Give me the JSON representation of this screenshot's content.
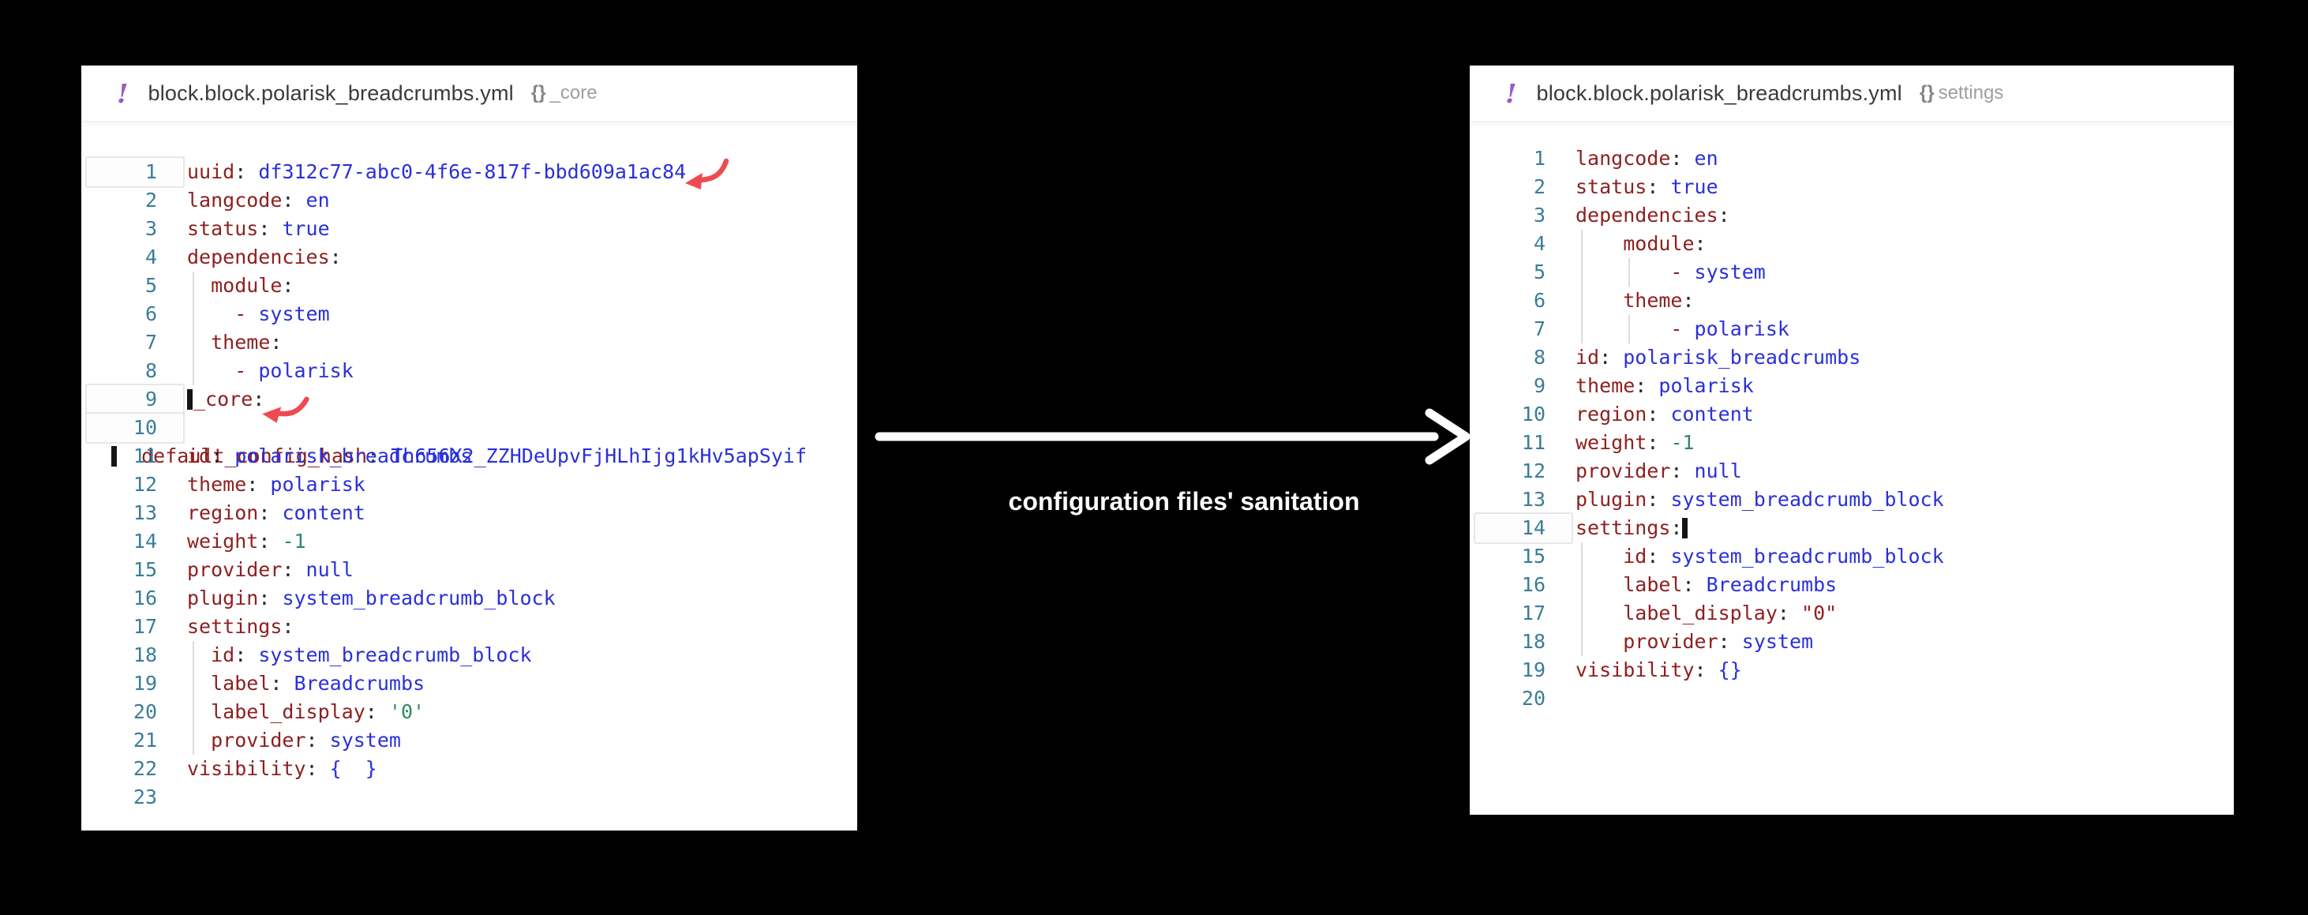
{
  "annotation": {
    "label": "configuration files' sanitation",
    "arrow_color": "#ffffff",
    "red_arrow_color": "#ef4a52"
  },
  "colors": {
    "key": "#8e2020",
    "value": "#2a30d8",
    "number": "#2f8a62",
    "line_number": "#3a7d98",
    "warning_icon": "#9c59c4",
    "background": "#000000",
    "window_bg": "#ffffff"
  },
  "left_window": {
    "icon": "!",
    "title": "block.block.polarisk_breadcrumbs.yml",
    "braces": "{}",
    "context_label": "_core",
    "lines": [
      {
        "n": "1",
        "hl": true,
        "t": [
          [
            "k",
            "uuid"
          ],
          [
            "p",
            ":"
          ],
          [
            "w",
            " "
          ],
          [
            "v",
            "df312c77-abc0-4f6e-817f-bbd609a1ac84"
          ]
        ]
      },
      {
        "n": "2",
        "t": [
          [
            "k",
            "langcode"
          ],
          [
            "p",
            ":"
          ],
          [
            "w",
            " "
          ],
          [
            "v",
            "en"
          ]
        ]
      },
      {
        "n": "3",
        "t": [
          [
            "k",
            "status"
          ],
          [
            "p",
            ":"
          ],
          [
            "w",
            " "
          ],
          [
            "v",
            "true"
          ]
        ]
      },
      {
        "n": "4",
        "t": [
          [
            "k",
            "dependencies"
          ],
          [
            "p",
            ":"
          ]
        ]
      },
      {
        "n": "5",
        "gd": [
          0
        ],
        "t": [
          [
            "w",
            "  "
          ],
          [
            "k",
            "module"
          ],
          [
            "p",
            ":"
          ]
        ]
      },
      {
        "n": "6",
        "gd": [
          0
        ],
        "t": [
          [
            "w",
            "    "
          ],
          [
            "k",
            "-"
          ],
          [
            "w",
            " "
          ],
          [
            "v",
            "system"
          ]
        ]
      },
      {
        "n": "7",
        "gd": [
          0
        ],
        "t": [
          [
            "w",
            "  "
          ],
          [
            "k",
            "theme"
          ],
          [
            "p",
            ":"
          ]
        ]
      },
      {
        "n": "8",
        "gd": [
          0
        ],
        "t": [
          [
            "w",
            "    "
          ],
          [
            "k",
            "-"
          ],
          [
            "w",
            " "
          ],
          [
            "v",
            "polarisk"
          ]
        ]
      },
      {
        "n": "9",
        "hl": true,
        "t": [
          [
            "c",
            ""
          ],
          [
            "k",
            "_core"
          ],
          [
            "p",
            ":"
          ]
        ]
      },
      {
        "n": "10",
        "hl": true,
        "t": [
          [
            "c",
            ""
          ],
          [
            "w",
            "  "
          ],
          [
            "k",
            "default_config_hash"
          ],
          [
            "p",
            ":"
          ],
          [
            "w",
            " "
          ],
          [
            "v",
            "Th656X2_ZZHDeUpvFjHLhIjg1kHv5apSyif"
          ]
        ]
      },
      {
        "n": "11",
        "t": [
          [
            "k",
            "id"
          ],
          [
            "p",
            ":"
          ],
          [
            "w",
            " "
          ],
          [
            "v",
            "polarisk_breadcrumbs"
          ]
        ]
      },
      {
        "n": "12",
        "t": [
          [
            "k",
            "theme"
          ],
          [
            "p",
            ":"
          ],
          [
            "w",
            " "
          ],
          [
            "v",
            "polarisk"
          ]
        ]
      },
      {
        "n": "13",
        "t": [
          [
            "k",
            "region"
          ],
          [
            "p",
            ":"
          ],
          [
            "w",
            " "
          ],
          [
            "v",
            "content"
          ]
        ]
      },
      {
        "n": "14",
        "t": [
          [
            "k",
            "weight"
          ],
          [
            "p",
            ":"
          ],
          [
            "w",
            " "
          ],
          [
            "g",
            "-1"
          ]
        ]
      },
      {
        "n": "15",
        "t": [
          [
            "k",
            "provider"
          ],
          [
            "p",
            ":"
          ],
          [
            "w",
            " "
          ],
          [
            "v",
            "null"
          ]
        ]
      },
      {
        "n": "16",
        "t": [
          [
            "k",
            "plugin"
          ],
          [
            "p",
            ":"
          ],
          [
            "w",
            " "
          ],
          [
            "v",
            "system_breadcrumb_block"
          ]
        ]
      },
      {
        "n": "17",
        "t": [
          [
            "k",
            "settings"
          ],
          [
            "p",
            ":"
          ]
        ]
      },
      {
        "n": "18",
        "gd": [
          0
        ],
        "t": [
          [
            "w",
            "  "
          ],
          [
            "k",
            "id"
          ],
          [
            "p",
            ":"
          ],
          [
            "w",
            " "
          ],
          [
            "v",
            "system_breadcrumb_block"
          ]
        ]
      },
      {
        "n": "19",
        "gd": [
          0
        ],
        "t": [
          [
            "w",
            "  "
          ],
          [
            "k",
            "label"
          ],
          [
            "p",
            ":"
          ],
          [
            "w",
            " "
          ],
          [
            "v",
            "Breadcrumbs"
          ]
        ]
      },
      {
        "n": "20",
        "gd": [
          0
        ],
        "t": [
          [
            "w",
            "  "
          ],
          [
            "k",
            "label_display"
          ],
          [
            "p",
            ":"
          ],
          [
            "w",
            " "
          ],
          [
            "g",
            "'0'"
          ]
        ]
      },
      {
        "n": "21",
        "gd": [
          0
        ],
        "t": [
          [
            "w",
            "  "
          ],
          [
            "k",
            "provider"
          ],
          [
            "p",
            ":"
          ],
          [
            "w",
            " "
          ],
          [
            "v",
            "system"
          ]
        ]
      },
      {
        "n": "22",
        "t": [
          [
            "k",
            "visibility"
          ],
          [
            "p",
            ":"
          ],
          [
            "w",
            " "
          ],
          [
            "v",
            "{  }"
          ]
        ]
      },
      {
        "n": "23",
        "t": []
      }
    ]
  },
  "right_window": {
    "icon": "!",
    "title": "block.block.polarisk_breadcrumbs.yml",
    "braces": "{}",
    "context_label": "settings",
    "lines": [
      {
        "n": "1",
        "t": [
          [
            "k",
            "langcode"
          ],
          [
            "p",
            ":"
          ],
          [
            "w",
            " "
          ],
          [
            "v",
            "en"
          ]
        ]
      },
      {
        "n": "2",
        "t": [
          [
            "k",
            "status"
          ],
          [
            "p",
            ":"
          ],
          [
            "w",
            " "
          ],
          [
            "v",
            "true"
          ]
        ]
      },
      {
        "n": "3",
        "t": [
          [
            "k",
            "dependencies"
          ],
          [
            "p",
            ":"
          ]
        ]
      },
      {
        "n": "4",
        "gd": [
          0
        ],
        "t": [
          [
            "w",
            "    "
          ],
          [
            "k",
            "module"
          ],
          [
            "p",
            ":"
          ]
        ]
      },
      {
        "n": "5",
        "gd": [
          0,
          4
        ],
        "t": [
          [
            "w",
            "        "
          ],
          [
            "k",
            "-"
          ],
          [
            "w",
            " "
          ],
          [
            "v",
            "system"
          ]
        ]
      },
      {
        "n": "6",
        "gd": [
          0
        ],
        "t": [
          [
            "w",
            "    "
          ],
          [
            "k",
            "theme"
          ],
          [
            "p",
            ":"
          ]
        ]
      },
      {
        "n": "7",
        "gd": [
          0,
          4
        ],
        "t": [
          [
            "w",
            "        "
          ],
          [
            "k",
            "-"
          ],
          [
            "w",
            " "
          ],
          [
            "v",
            "polarisk"
          ]
        ]
      },
      {
        "n": "8",
        "t": [
          [
            "k",
            "id"
          ],
          [
            "p",
            ":"
          ],
          [
            "w",
            " "
          ],
          [
            "v",
            "polarisk_breadcrumbs"
          ]
        ]
      },
      {
        "n": "9",
        "t": [
          [
            "k",
            "theme"
          ],
          [
            "p",
            ":"
          ],
          [
            "w",
            " "
          ],
          [
            "v",
            "polarisk"
          ]
        ]
      },
      {
        "n": "10",
        "t": [
          [
            "k",
            "region"
          ],
          [
            "p",
            ":"
          ],
          [
            "w",
            " "
          ],
          [
            "v",
            "content"
          ]
        ]
      },
      {
        "n": "11",
        "t": [
          [
            "k",
            "weight"
          ],
          [
            "p",
            ":"
          ],
          [
            "w",
            " "
          ],
          [
            "g",
            "-1"
          ]
        ]
      },
      {
        "n": "12",
        "t": [
          [
            "k",
            "provider"
          ],
          [
            "p",
            ":"
          ],
          [
            "w",
            " "
          ],
          [
            "v",
            "null"
          ]
        ]
      },
      {
        "n": "13",
        "t": [
          [
            "k",
            "plugin"
          ],
          [
            "p",
            ":"
          ],
          [
            "w",
            " "
          ],
          [
            "v",
            "system_breadcrumb_block"
          ]
        ]
      },
      {
        "n": "14",
        "hl": true,
        "t": [
          [
            "k",
            "settings"
          ],
          [
            "p",
            ":"
          ],
          [
            "c",
            ""
          ]
        ]
      },
      {
        "n": "15",
        "gd": [
          0
        ],
        "t": [
          [
            "w",
            "    "
          ],
          [
            "k",
            "id"
          ],
          [
            "p",
            ":"
          ],
          [
            "w",
            " "
          ],
          [
            "v",
            "system_breadcrumb_block"
          ]
        ]
      },
      {
        "n": "16",
        "gd": [
          0
        ],
        "t": [
          [
            "w",
            "    "
          ],
          [
            "k",
            "label"
          ],
          [
            "p",
            ":"
          ],
          [
            "w",
            " "
          ],
          [
            "v",
            "Breadcrumbs"
          ]
        ]
      },
      {
        "n": "17",
        "gd": [
          0
        ],
        "t": [
          [
            "w",
            "    "
          ],
          [
            "k",
            "label_display"
          ],
          [
            "p",
            ":"
          ],
          [
            "w",
            " "
          ],
          [
            "k",
            "\"0\""
          ]
        ]
      },
      {
        "n": "18",
        "gd": [
          0
        ],
        "t": [
          [
            "w",
            "    "
          ],
          [
            "k",
            "provider"
          ],
          [
            "p",
            ":"
          ],
          [
            "w",
            " "
          ],
          [
            "v",
            "system"
          ]
        ]
      },
      {
        "n": "19",
        "t": [
          [
            "k",
            "visibility"
          ],
          [
            "p",
            ":"
          ],
          [
            "w",
            " "
          ],
          [
            "v",
            "{}"
          ]
        ]
      },
      {
        "n": "20",
        "t": []
      }
    ]
  }
}
